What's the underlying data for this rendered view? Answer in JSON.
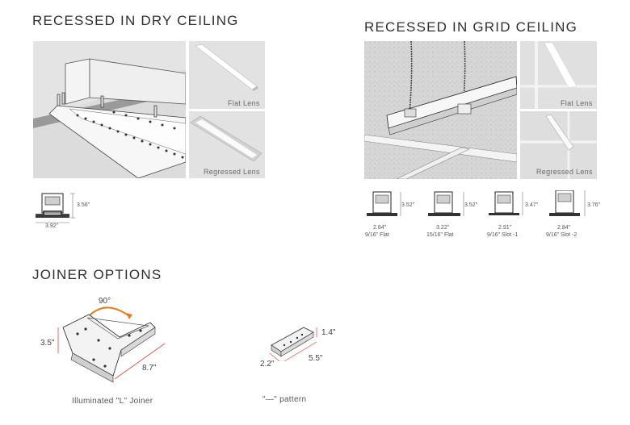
{
  "sections": {
    "dry": {
      "title": "RECESSED IN DRY CEILING"
    },
    "grid": {
      "title": "RECESSED IN GRID CEILING"
    },
    "joiner": {
      "title": "JOINER OPTIONS"
    }
  },
  "dry_panels": {
    "flat_label": "Flat Lens",
    "regressed_label": "Regressed Lens"
  },
  "grid_panels": {
    "flat_label": "Flat Lens",
    "regressed_label": "Regressed Lens"
  },
  "dry_profile": {
    "height": "3.56\"",
    "width": "3.92\""
  },
  "grid_profiles": [
    {
      "height": "3.52\"",
      "width": "2.84\"",
      "name": "9/16\" Flat"
    },
    {
      "height": "3.52\"",
      "width": "3.22\"",
      "name": "15/16\" Flat"
    },
    {
      "height": "3.47\"",
      "width": "2.91\"",
      "name": "9/16\" Slot -1"
    },
    {
      "height": "3.76\"",
      "width": "2.84\"",
      "name": "9/16\" Slot -2"
    }
  ],
  "joiners": {
    "l_joiner": {
      "angle": "90°",
      "height": "3.5\"",
      "length": "8.7\"",
      "name": "Illuminated \"L\" Joiner"
    },
    "straight": {
      "height": "1.4\"",
      "length": "5.5\"",
      "width": "2.2\"",
      "name": "\"—\" pattern"
    }
  },
  "colors": {
    "accent_orange": "#e87a1e",
    "dim_red": "#d94a3a",
    "panel_bg": "#e9e9e9"
  }
}
